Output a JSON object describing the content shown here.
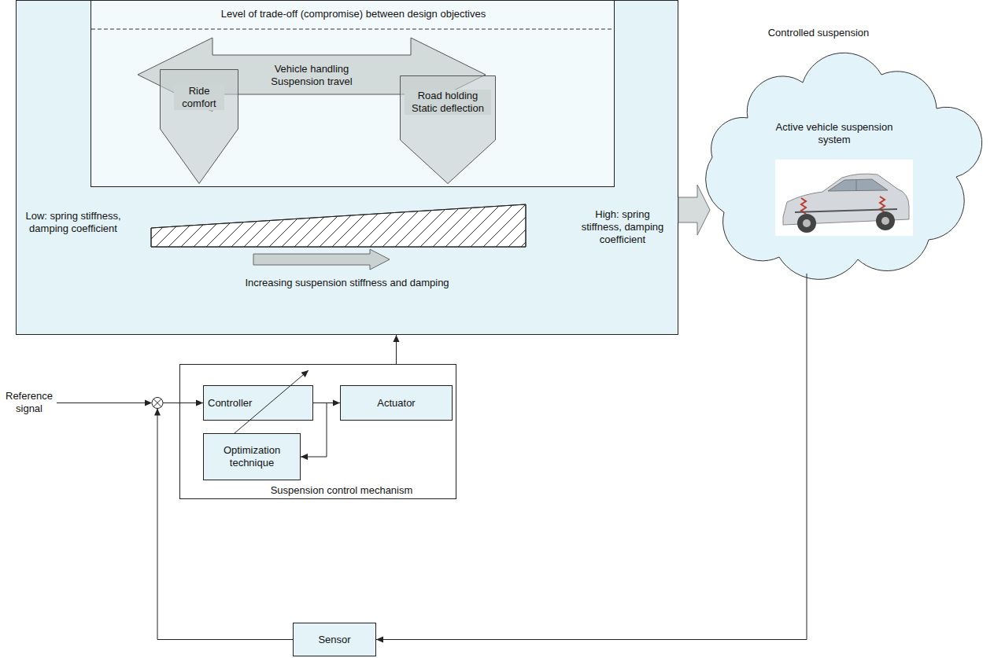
{
  "diagram": {
    "nodes": [
      {
        "text": [
          "Low: spring stiffness, damping coefficient",
          "High: spring stiffness, damping coefficient",
          "Increasing suspension stiffness and damping"
        ]
      },
      {
        "text": [
          "Level of trade-off (compromise) between design objectives"
        ],
        "in": 0
      },
      {
        "text": [
          "Vehicle handling Suspension travel"
        ],
        "in": 1
      },
      {
        "text": [
          "Ride comfort"
        ],
        "in": 1
      },
      {
        "text": [
          "Road holding Static deflection"
        ],
        "in": 1
      },
      {
        "text": [
          "Controlled suspension",
          "Active vehicle suspension system"
        ]
      },
      {
        "text": [
          "Suspension control mechanism"
        ]
      },
      {
        "text": [
          "Controller"
        ],
        "in": 6
      },
      {
        "text": [
          "Actuator"
        ],
        "in": 6
      },
      {
        "text": [
          "Optimization technique"
        ],
        "in": 6
      },
      {
        "text": [
          "Sensor"
        ]
      }
    ],
    "edges": [
      {
        "from": 0,
        "to": 5,
        "arrow": "to"
      },
      {
        "from": 6,
        "to": 0,
        "arrow": "to"
      },
      {
        "from": 7,
        "to": 8,
        "arrow": "to"
      },
      {
        "from": 7,
        "to": 9,
        "arrow": "to"
      },
      {
        "from": 9,
        "to": 7,
        "arrow": "to"
      },
      {
        "from": 5,
        "to": 10,
        "arrow": "to"
      },
      {
        "from": 10,
        "to": 7,
        "arrow": "to"
      }
    ],
    "labels": [
      "Reference signal"
    ]
  }
}
